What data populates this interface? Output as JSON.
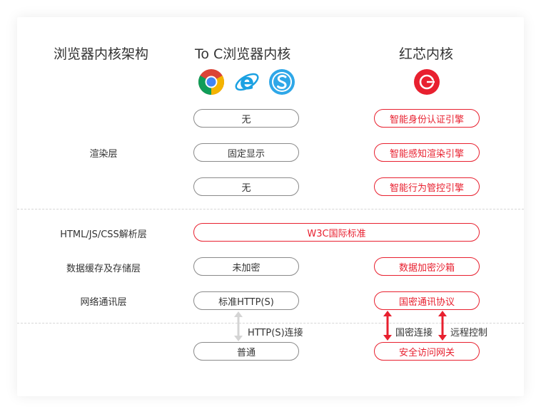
{
  "headers": {
    "architecture": "浏览器内核架构",
    "toc_kernel": "To C浏览器内核",
    "redcore_kernel": "红芯内核"
  },
  "icons": [
    "chrome-icon",
    "ie-icon",
    "sogou-icon",
    "redcore-icon"
  ],
  "layers": {
    "render": "渲染层",
    "parse": "HTML/JS/CSS解析层",
    "storage": "数据缓存及存储层",
    "network": "网络通讯层"
  },
  "toc_column": {
    "render_1": "无",
    "render_2": "固定显示",
    "render_3": "无",
    "storage": "未加密",
    "network": "标准HTTP(S)",
    "bottom": "普通"
  },
  "redcore_column": {
    "render_1": "智能身份认证引擎",
    "render_2": "智能感知渲染引擎",
    "render_3": "智能行为管控引擎",
    "storage": "数据加密沙箱",
    "network": "国密通讯协议",
    "bottom": "安全访问网关"
  },
  "shared": {
    "parse": "W3C国际标准"
  },
  "connections": {
    "toc": "HTTP(S)连接",
    "redcore_left": "国密连接",
    "redcore_right": "远程控制"
  },
  "colors": {
    "accent": "#e8202f",
    "gray_arrow": "#d4d4d4",
    "pill_border": "#8a8a8a",
    "text": "#333333"
  }
}
